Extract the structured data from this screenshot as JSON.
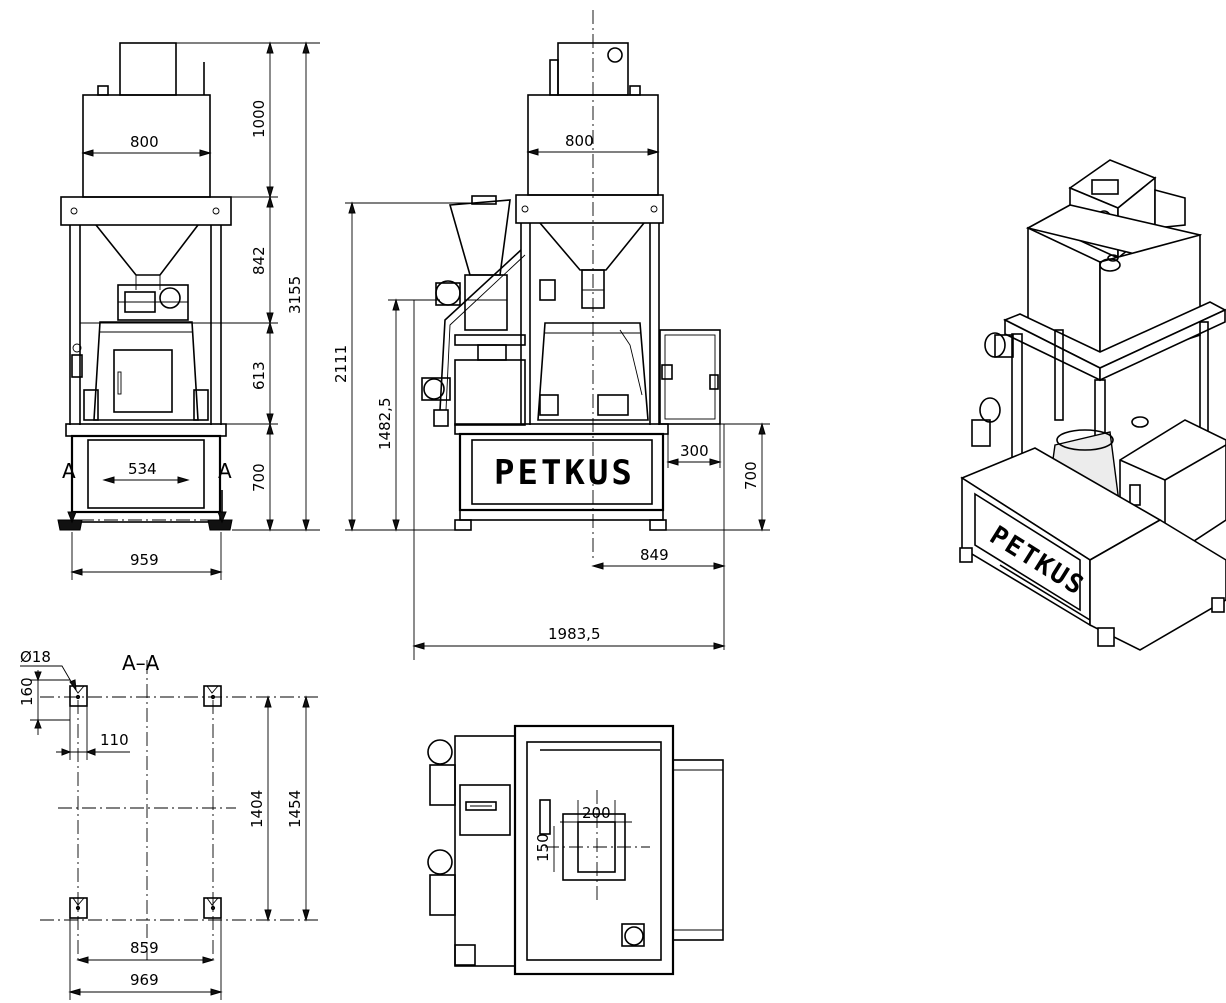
{
  "brand": "PETKUS",
  "section_label": "A–A",
  "section_marks": {
    "left": "A",
    "right": "A"
  },
  "front_view": {
    "width_hopper": "800",
    "height_top": "1000",
    "height_hopper": "842",
    "height_mid": "613",
    "height_base": "700",
    "total_height": "3155",
    "base_inner": "534",
    "base_width": "959"
  },
  "side_view": {
    "width_hopper": "800",
    "height_frame": "2111",
    "height_inlet": "1482,5",
    "offset_box": "300",
    "height_base": "700",
    "offset_right": "849",
    "total_width": "1983,5"
  },
  "section_view": {
    "hole_dia": "Ø18",
    "edge_offset": "160",
    "hole_offset": "110",
    "inner_length": "1404",
    "outer_length": "1454",
    "inner_width": "859",
    "outer_width": "969"
  },
  "top_view": {
    "opening_width": "200",
    "opening_length": "150"
  }
}
